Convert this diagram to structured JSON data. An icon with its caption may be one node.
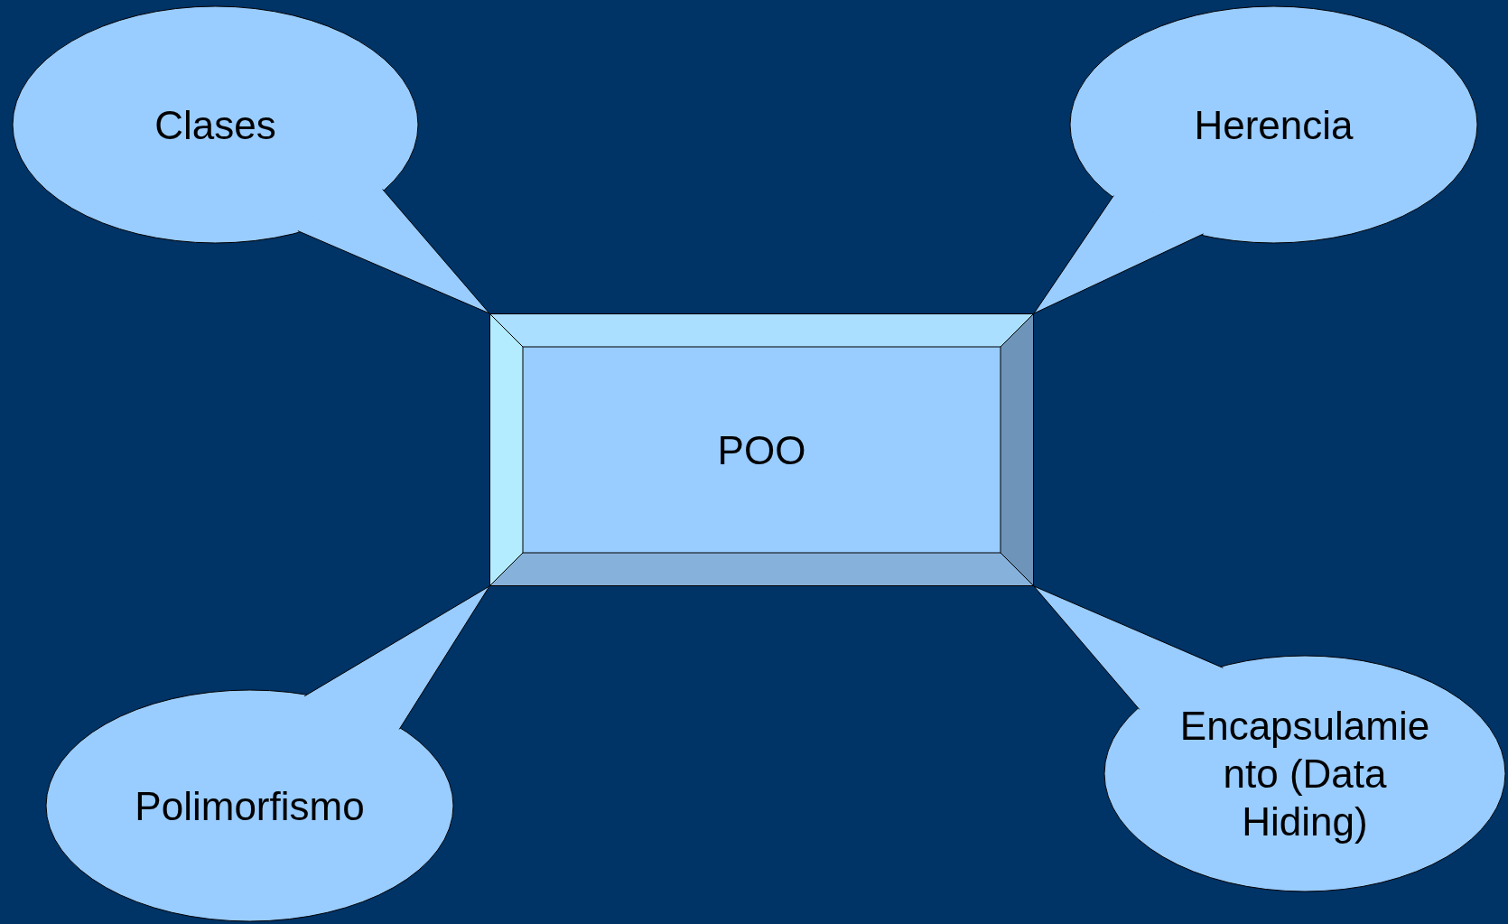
{
  "diagram": {
    "nodes": [
      {
        "text": [
          "POO"
        ]
      },
      {
        "text": [
          "Clases"
        ]
      },
      {
        "text": [
          "Herencia"
        ]
      },
      {
        "text": [
          "Polimorfismo"
        ]
      },
      {
        "text": [
          "Encapsulamiento (Data Hiding)"
        ]
      }
    ],
    "edges": [
      {
        "from": 1,
        "to": 0,
        "arrow": "none"
      },
      {
        "from": 2,
        "to": 0,
        "arrow": "none"
      },
      {
        "from": 3,
        "to": 0,
        "arrow": "none"
      },
      {
        "from": 4,
        "to": 0,
        "arrow": "none"
      }
    ]
  }
}
